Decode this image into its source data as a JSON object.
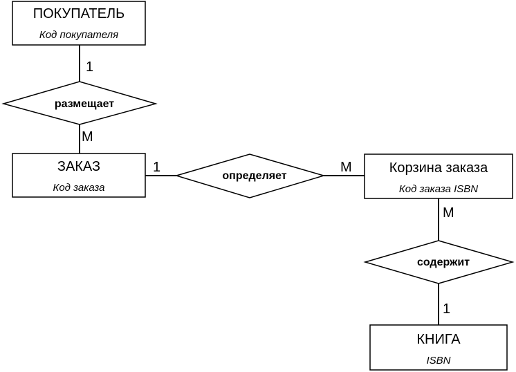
{
  "entities": {
    "customer": {
      "name": "ПОКУПАТЕЛЬ",
      "key": "Код покупателя"
    },
    "order": {
      "name": "ЗАКАЗ",
      "key": "Код заказа"
    },
    "cart": {
      "name": "Корзина заказа",
      "key": "Код заказа ISBN"
    },
    "book": {
      "name": "КНИГА",
      "key": "ISBN"
    }
  },
  "relationships": {
    "places": "размещает",
    "defines": "определяет",
    "contains": "содержит"
  },
  "cardinalities": {
    "customer_places": "1",
    "places_order": "M",
    "order_defines": "1",
    "defines_cart": "M",
    "cart_contains": "M",
    "contains_book": "1"
  }
}
